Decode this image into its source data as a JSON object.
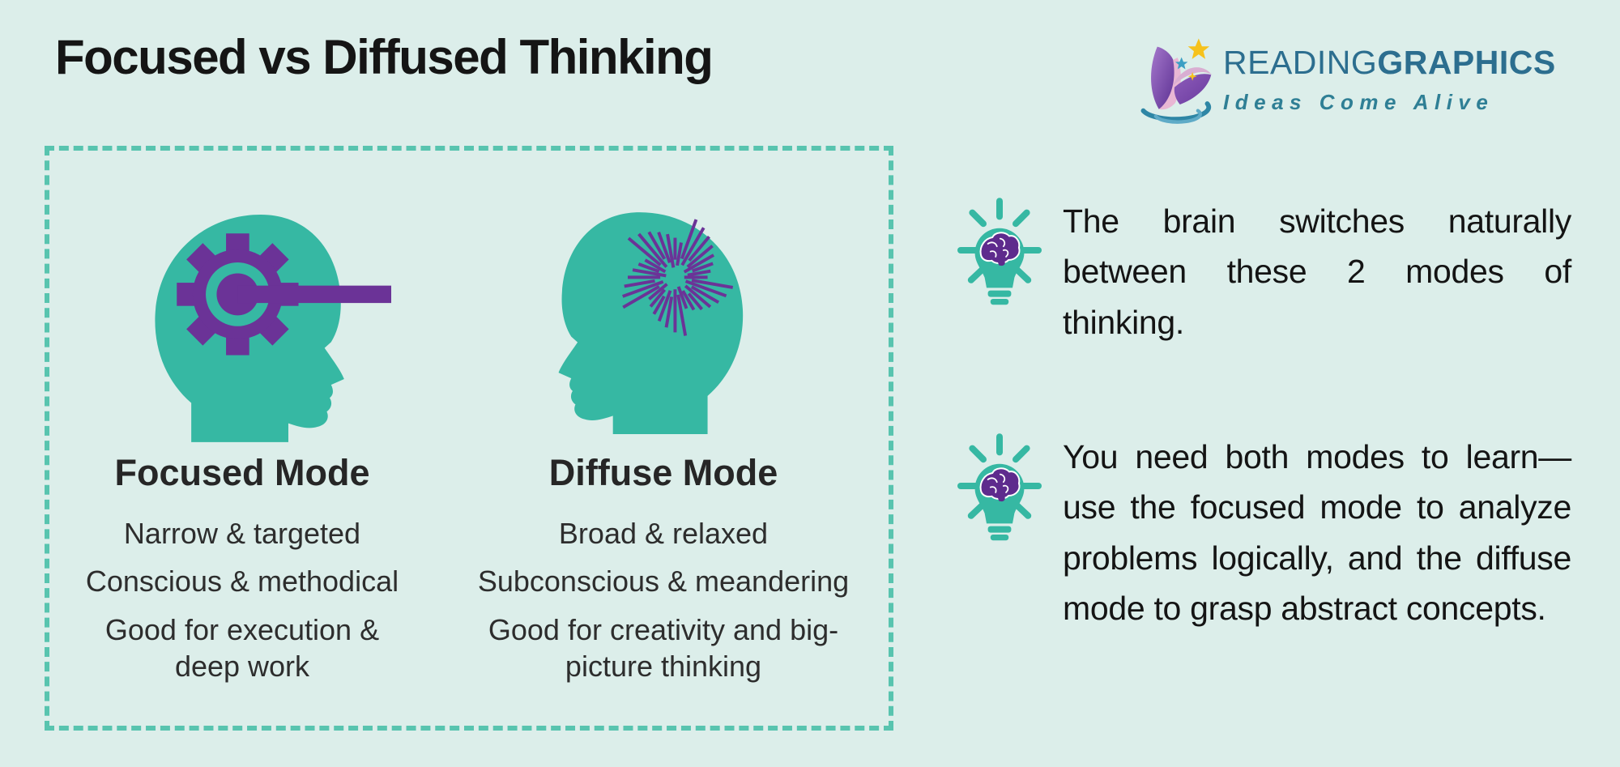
{
  "page": {
    "title": "Focused vs Diffused Thinking"
  },
  "logo": {
    "brand_light": "READING",
    "brand_bold": "GRAPHICS",
    "tagline": "Ideas Come Alive"
  },
  "comparison": {
    "modes": [
      {
        "name": "Focused Mode",
        "icon": "head-gear-focused-icon",
        "traits": [
          "Narrow & targeted",
          "Conscious & methodical",
          "Good for execution & deep work"
        ]
      },
      {
        "name": "Diffuse Mode",
        "icon": "head-starburst-diffuse-icon",
        "traits": [
          "Broad & relaxed",
          "Subconscious & meandering",
          "Good for creativity and big-picture thinking"
        ]
      }
    ]
  },
  "notes": [
    {
      "icon": "lightbulb-brain-icon",
      "text": "The brain switches naturally between these 2 modes of thinking."
    },
    {
      "icon": "lightbulb-brain-icon",
      "text": "You need both modes to learn—use the focused mode to analyze problems logically, and the diffuse mode to grasp abstract concepts."
    }
  ],
  "colors": {
    "background": "#dceeea",
    "teal": "#36b8a3",
    "purple": "#6b3397",
    "dashed_border": "#58c4af",
    "logo_blue": "#2c6e8f",
    "text_dark": "#151515"
  }
}
